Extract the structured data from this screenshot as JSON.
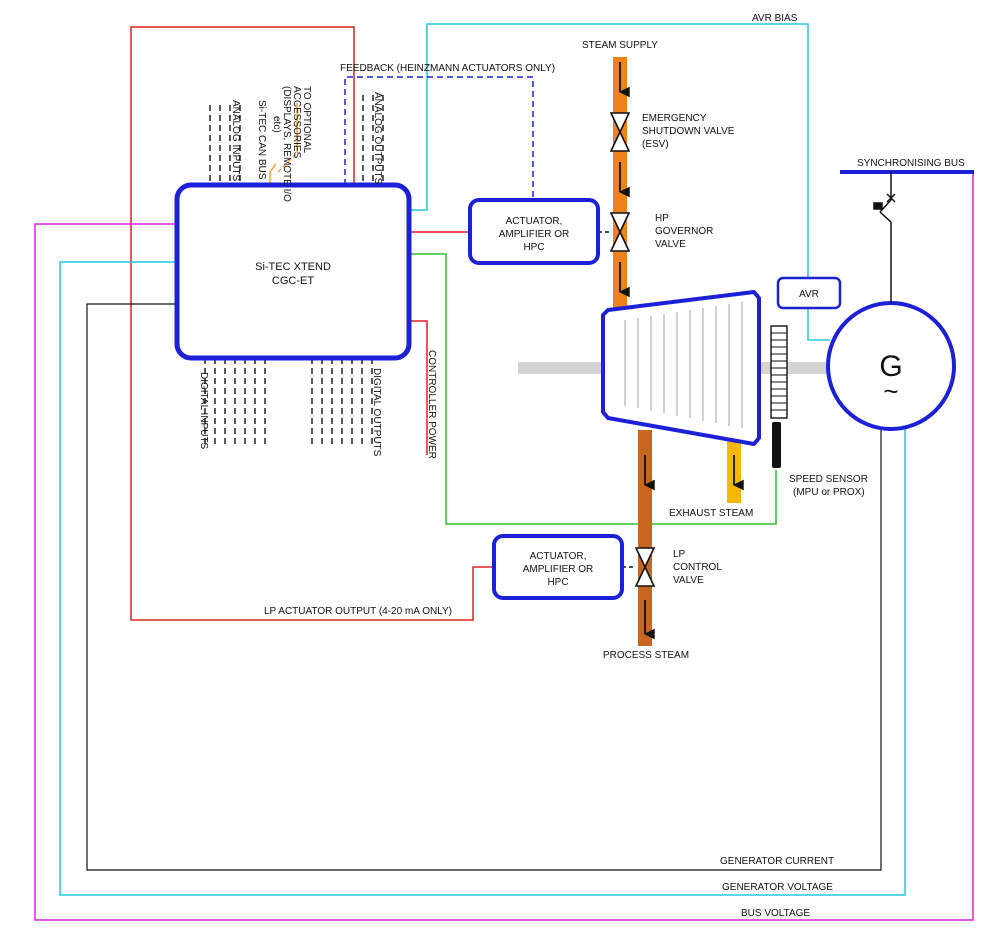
{
  "controller": {
    "line1": "Si-TEC XTEND",
    "line2": "CGC-ET"
  },
  "hp_actuator": {
    "line1": "ACTUATOR,",
    "line2": "AMPLIFIER OR",
    "line3": "HPC"
  },
  "lp_actuator": {
    "line1": "ACTUATOR,",
    "line2": "AMPLIFIER OR",
    "line3": "HPC"
  },
  "avr": "AVR",
  "generator": {
    "symbol": "G",
    "tilde": "~"
  },
  "labels": {
    "avr_bias": "AVR BIAS",
    "steam_supply": "STEAM SUPPLY",
    "feedback": "FEEDBACK (HEINZMANN ACTUATORS ONLY)",
    "esv_1": "EMERGENCY",
    "esv_2": "SHUTDOWN VALVE",
    "esv_3": "(ESV)",
    "hp_valve_1": "HP",
    "hp_valve_2": "GOVERNOR",
    "hp_valve_3": "VALVE",
    "sync_bus": "SYNCHRONISING BUS",
    "exhaust_steam": "EXHAUST STEAM",
    "speed_sensor_1": "SPEED SENSOR",
    "speed_sensor_2": "(MPU or PROX)",
    "lp_valve_1": "LP",
    "lp_valve_2": "CONTROL",
    "lp_valve_3": "VALVE",
    "process_steam": "PROCESS STEAM",
    "lp_actuator_output": "LP ACTUATOR OUTPUT (4-20 mA ONLY)",
    "generator_current": "GENERATOR CURRENT",
    "generator_voltage": "GENERATOR VOLTAGE",
    "bus_voltage": "BUS VOLTAGE",
    "analog_inputs": "ANALOG INPUTS",
    "analog_outputs": "ANALOG OUTPUTS",
    "can_bus": "Si-TEC CAN BUS",
    "accessories_1": "TO OPTIONAL",
    "accessories_2": "ACCESSORIES",
    "accessories_3": "(DISPLAYS, REMOTE I/O",
    "accessories_4": "etc)",
    "digital_inputs": "DIGITAL INPUTS",
    "digital_outputs": "DIGITAL OUTPUTS",
    "controller_power": "CONTROLLER POWER"
  },
  "colors": {
    "controller_blue": "#1c20d8",
    "steam_orange": "#f0821e",
    "process_steam_brown": "#c8661e",
    "exhaust_yellow": "#f5b800",
    "shaft_gray": "#d4d4d4",
    "signal_red": "#e02020",
    "signal_cyan": "#22c8e0",
    "signal_magenta": "#e020e0",
    "signal_green": "#30c030",
    "signal_black": "#111111",
    "can_bus_orange": "#f0a040"
  }
}
